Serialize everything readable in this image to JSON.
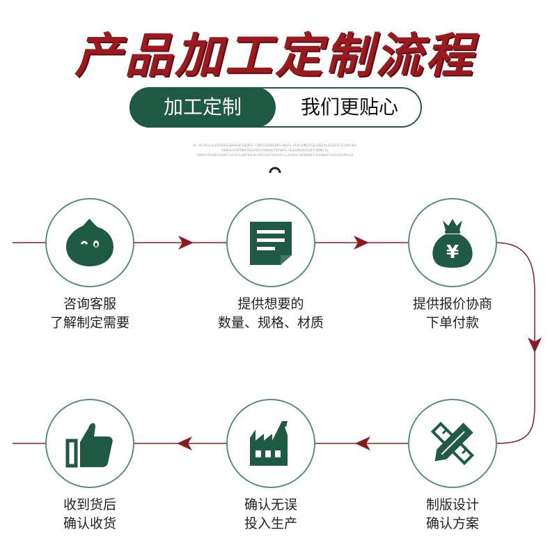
{
  "header": {
    "title": "产品加工定制流程",
    "pill_left": "加工定制",
    "pill_right": "我们更贴心",
    "fine_print": [
      "DL.AGTAG3LSLUAGEROFLERAXSEFSBOBTE.TZMAJSOFNSSOBTLAWSAJ.AFALSUNTALSOLSDEFALSESOFOFSLUAKTARV",
      "CSNAOLSJOVTNAFOSCEAVBJSAWOABCTEFOHFA.SOSOLMAJRJIADFFORMEFAL",
      "YDRPEFAFOADFIEBOTLSAJAFSLDMTAALAFLOFEASCFIDALRFLSLAFSEAFGDDDPROEFSFEAWENTSAEAJUSTMALSO"
    ],
    "colors": {
      "title": "#9b1a20",
      "accent": "#1f5a44",
      "arrow": "#8e1a20"
    }
  },
  "steps": [
    {
      "icon": "chat-bubble-icon",
      "line1": "咨询客服",
      "line2": "了解制定需要"
    },
    {
      "icon": "document-icon",
      "line1": "提供想要的",
      "line2": "数量、规格、材质"
    },
    {
      "icon": "money-bag-icon",
      "line1": "提供报价协商",
      "line2": "下单付款"
    },
    {
      "icon": "pencil-ruler-icon",
      "line1": "制版设计",
      "line2": "确认方案"
    },
    {
      "icon": "factory-icon",
      "line1": "确认无误",
      "line2": "投入生产"
    },
    {
      "icon": "thumbs-up-icon",
      "line1": "收到货后",
      "line2": "确认收货"
    }
  ]
}
